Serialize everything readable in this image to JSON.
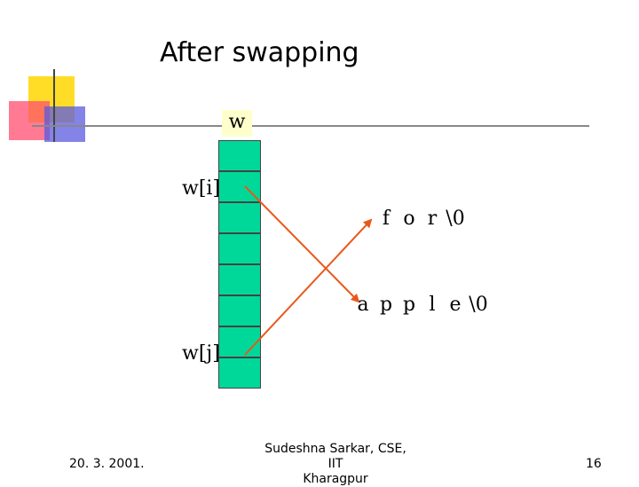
{
  "slide": {
    "title": "After swapping",
    "pointer_label": "w",
    "index_i": "w[i]",
    "index_j": "w[j]"
  },
  "strings": {
    "first": [
      "f",
      "o",
      "r",
      "\\0"
    ],
    "second": [
      "a",
      "p",
      "p",
      "l",
      "e",
      "\\0"
    ]
  },
  "footer": {
    "date": "20. 3. 2001.",
    "author_line1": "Sudeshna Sarkar, CSE, IIT",
    "author_line2": "Kharagpur",
    "page_number": "16"
  },
  "colors": {
    "cell_fill": "#00d89a",
    "arrow": "#e8581a",
    "pointer_label_bg": "#ffffcc"
  }
}
